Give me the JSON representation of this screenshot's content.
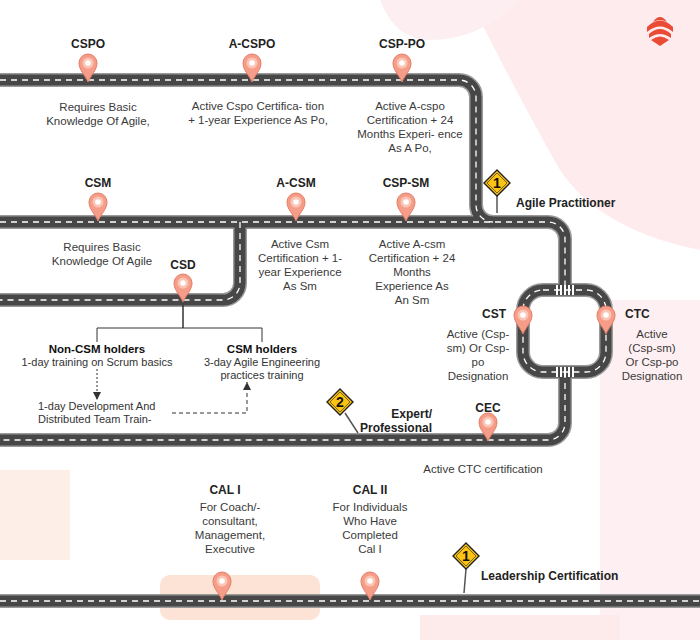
{
  "diagram": {
    "nodes": [
      {
        "text": [
          "CSPO",
          "Requires Basic Knowledge Of Agile,"
        ]
      },
      {
        "text": [
          "A-CSPO",
          "Active Cspo Certifica- tion + 1-year Experience As Po,"
        ]
      },
      {
        "text": [
          "CSP-PO",
          "Active A-cspo Certification + 24 Months Experi- ence As A Po,"
        ]
      },
      {
        "text": [
          "1",
          "Agile Practitioner"
        ]
      },
      {
        "text": [
          "CSM",
          "Requires Basic Knowledge Of Agile"
        ]
      },
      {
        "text": [
          "A-CSM",
          "Active Csm Certification + 1-year Experience As Sm"
        ]
      },
      {
        "text": [
          "CSP-SM",
          "Active A-csm Certification + 24 Months Experience As An Sm"
        ]
      },
      {
        "text": [
          "CSD"
        ]
      },
      {
        "text": [
          "CST",
          "Active (Csp-sm) Or Csp-po Designation"
        ]
      },
      {
        "text": [
          "CTC",
          "Active (Csp-sm) Or Csp-po Designation"
        ]
      },
      {
        "text": [
          "Non-CSM holders",
          "1-day training on Scrum basics"
        ]
      },
      {
        "text": [
          "CSM holders",
          "3-day Agile Engineering practices training"
        ]
      },
      {
        "text": [
          "1-day Development And Distributed Team Train-"
        ]
      },
      {
        "text": [
          "2",
          "Expert/ Professional"
        ]
      },
      {
        "text": [
          "CEC",
          "Active CTC certification"
        ]
      },
      {
        "text": [
          "CAL I",
          "For Coach/- consultant, Management, Executive"
        ]
      },
      {
        "text": [
          "CAL II",
          "For Individuals Who Have Completed Cal I"
        ]
      },
      {
        "text": [
          "1",
          "Leadership Certification"
        ]
      }
    ],
    "edges": [
      {
        "from": 7,
        "to": 10,
        "arrow": "none"
      },
      {
        "from": 7,
        "to": 11,
        "arrow": "none"
      },
      {
        "from": 10,
        "to": 12,
        "arrow": "to"
      },
      {
        "from": 12,
        "to": 11,
        "arrow": "to"
      }
    ]
  }
}
